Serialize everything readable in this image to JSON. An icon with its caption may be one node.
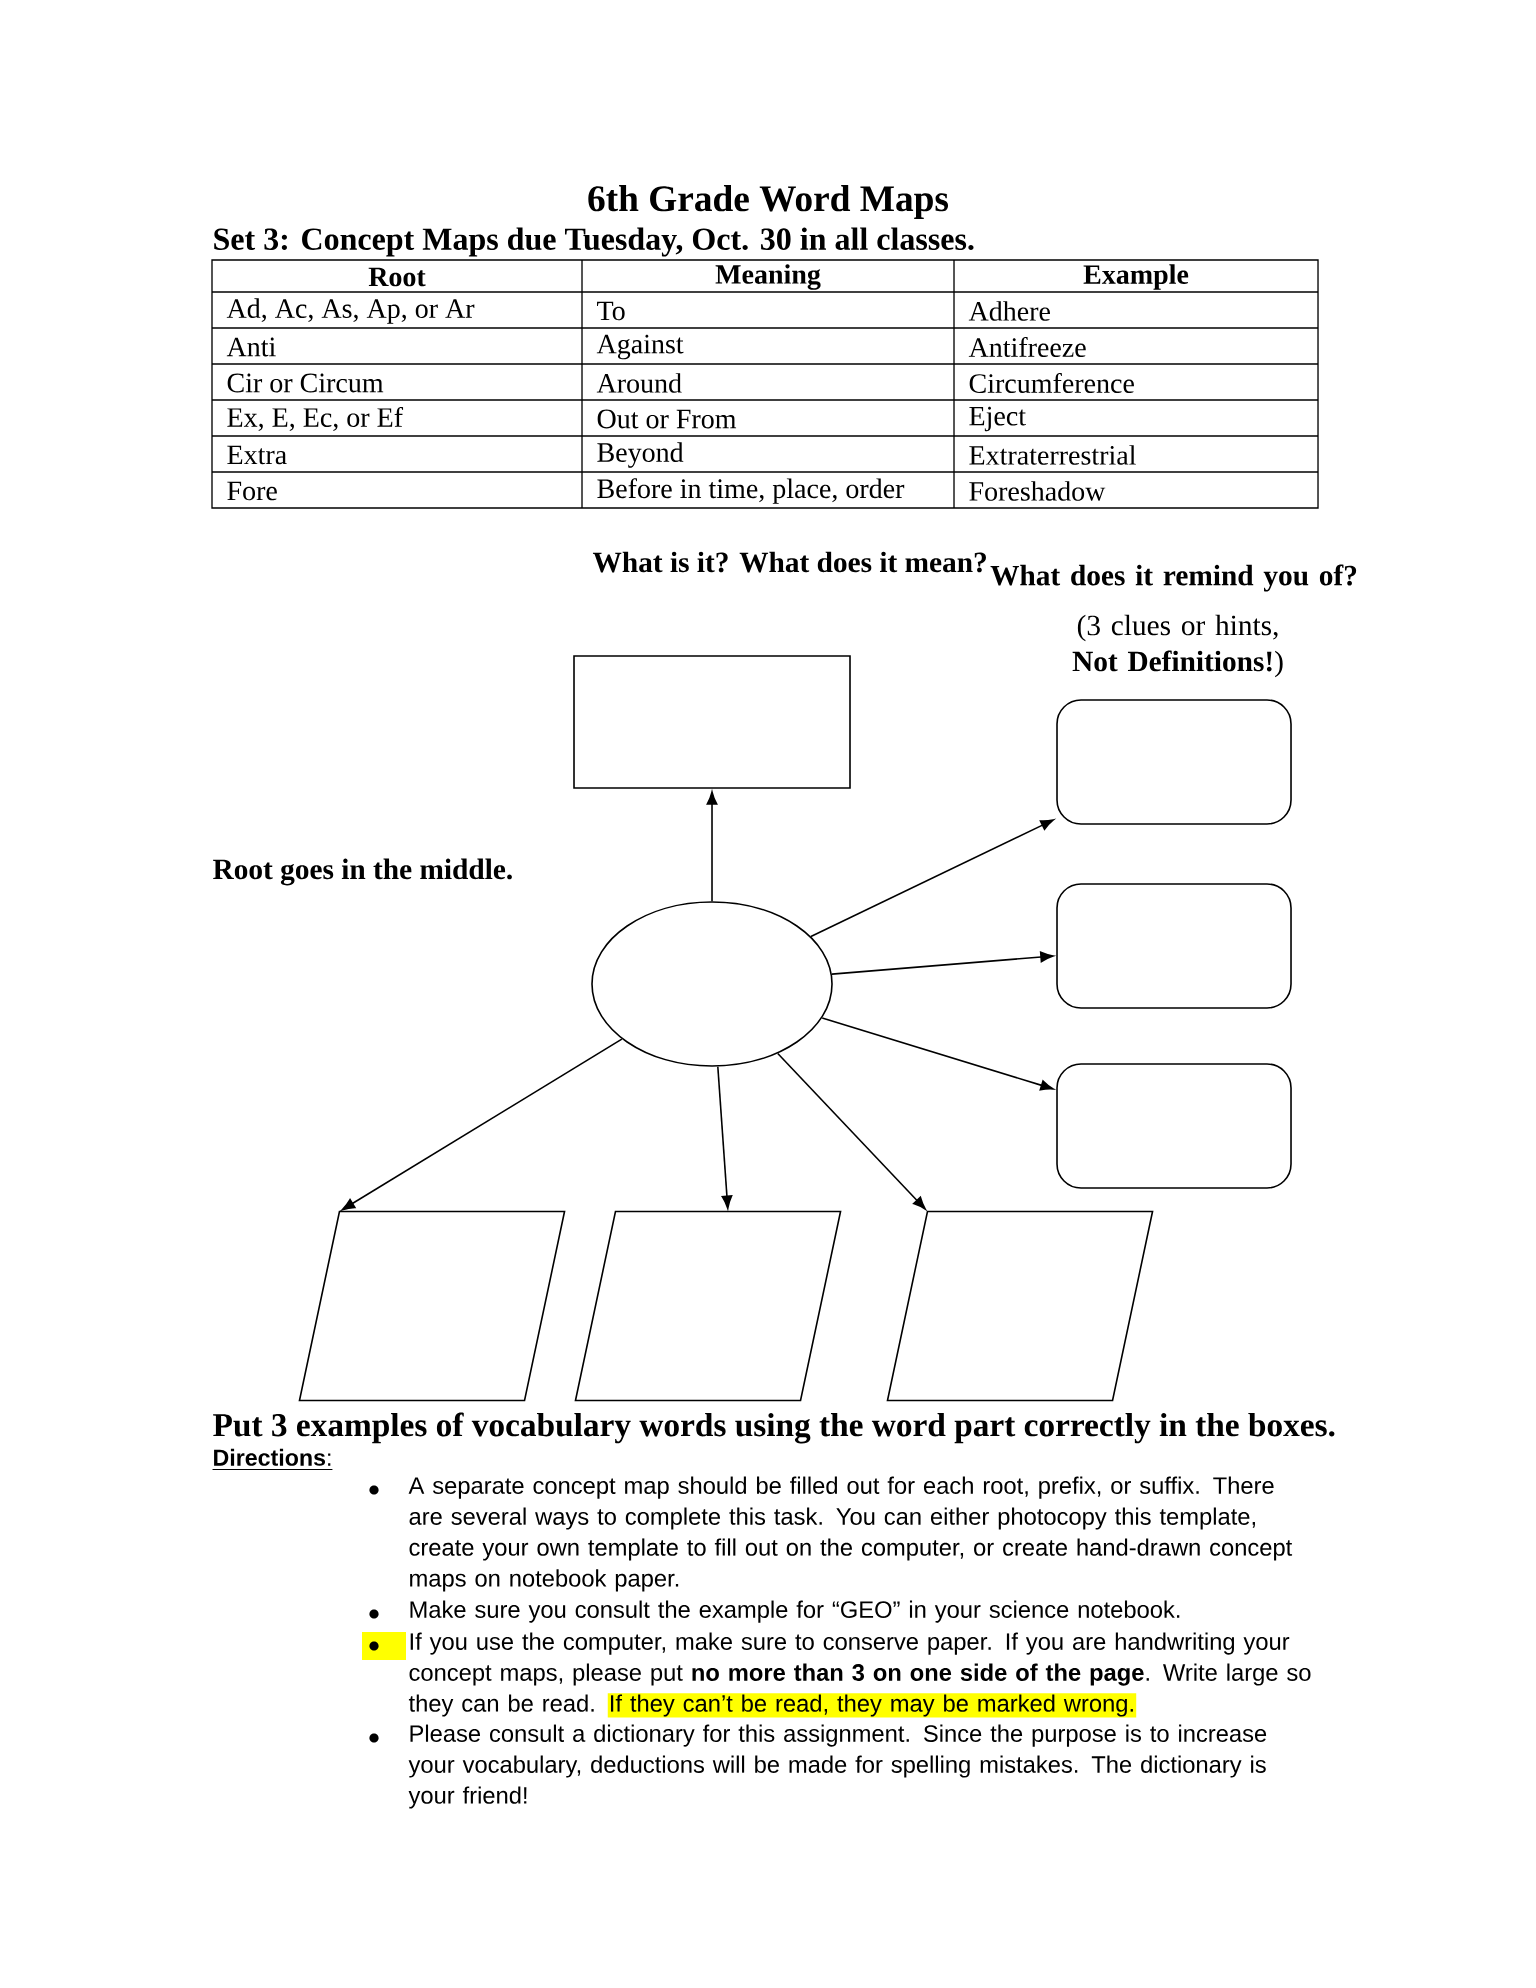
{
  "diagram": {
    "title": "6th Grade Word Maps",
    "nodes": [
      {
        "text": [],
        "shape": "ellipse"
      },
      {
        "text": [],
        "shape": "box"
      },
      {
        "text": [],
        "shape": "rounded"
      },
      {
        "text": [],
        "shape": "rounded"
      },
      {
        "text": [],
        "shape": "rounded"
      },
      {
        "text": [],
        "shape": "parallelogram"
      },
      {
        "text": [],
        "shape": "parallelogram"
      },
      {
        "text": [],
        "shape": "parallelogram"
      }
    ],
    "edges": [
      {
        "from": 0,
        "to": 1,
        "arrow": "to"
      },
      {
        "from": 0,
        "to": 2,
        "arrow": "to"
      },
      {
        "from": 0,
        "to": 3,
        "arrow": "to"
      },
      {
        "from": 0,
        "to": 4,
        "arrow": "to"
      },
      {
        "from": 0,
        "to": 5,
        "arrow": "to"
      },
      {
        "from": 0,
        "to": 6,
        "arrow": "to"
      },
      {
        "from": 0,
        "to": 7,
        "arrow": "to"
      }
    ],
    "labels": [
      "Set 3:  Concept Maps due Tuesday, Oct. 30 in all classes.",
      "Root",
      "Meaning",
      "Example",
      "Ad, Ac, As, Ap, or Ar",
      "To",
      "Adhere",
      "Anti",
      "Against",
      "Antifreeze",
      "Cir or Circum",
      "Around",
      "Circumference",
      "Ex, E, Ec, or Ef",
      "Out or From",
      "Eject",
      "Extra",
      "Beyond",
      "Extraterrestrial",
      "Fore",
      "Before in time, place, order",
      "Foreshadow",
      "What is it?  What does it mean?",
      "What does it remind you of?",
      "(3 clues or hints, **Not Definitions!**)",
      "Root goes in the middle.",
      "Put 3 examples of vocabulary words using the word part correctly in the boxes.",
      "**Directions**:",
      "A separate concept map should be filled out for each root, prefix, or suffix.  There are several ways to complete this task.  You can either photocopy this template, create your own template to fill out on the computer, or create hand-drawn concept maps on notebook paper.",
      "Make sure you consult the example for “GEO” in your science notebook.",
      "If you use the computer, make sure to conserve paper.  If you are handwriting your concept maps, please put **no more than 3 on one side of the page**.  Write large so they can be read.",
      "If they can’t be read, they may be marked wrong.",
      "Please consult a dictionary for this assignment.  Since the purpose is to increase your vocabulary, deductions will be made for spelling mistakes.  The dictionary is your friend!"
    ]
  }
}
